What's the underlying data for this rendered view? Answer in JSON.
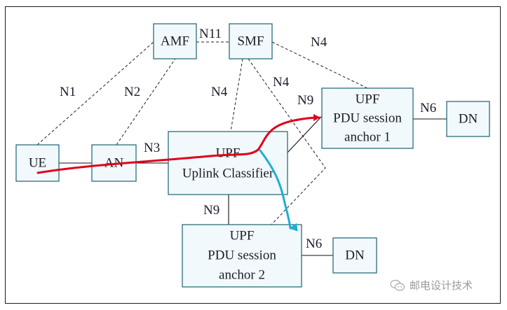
{
  "diagram": {
    "nodes": {
      "amf": {
        "label": "AMF"
      },
      "smf": {
        "label": "SMF"
      },
      "ue": {
        "label": "UE"
      },
      "an": {
        "label": "AN"
      },
      "upf_ul": {
        "lines": [
          "UPF",
          "Uplink Classifier"
        ]
      },
      "upf_a1": {
        "lines": [
          "UPF",
          "PDU session",
          "anchor 1"
        ]
      },
      "upf_a2": {
        "lines": [
          "UPF",
          "PDU session",
          "anchor 2"
        ]
      },
      "dn1": {
        "label": "DN"
      },
      "dn2": {
        "label": "DN"
      }
    },
    "interfaces": {
      "n1": "N1",
      "n2": "N2",
      "n3": "N3",
      "n4_ul": "N4",
      "n4_a2": "N4",
      "n4_a1": "N4",
      "n9_a1": "N9",
      "n9_a2": "N9",
      "n11": "N11",
      "n6_a1": "N6",
      "n6_a2": "N6"
    },
    "flows": [
      {
        "name": "uplink-flow-to-anchor-1",
        "color": "#e0001b"
      },
      {
        "name": "uplink-flow-to-anchor-2",
        "color": "#1eaed6"
      }
    ]
  },
  "watermark": {
    "text": "邮电设计技术",
    "icon": "wechat-icon"
  }
}
